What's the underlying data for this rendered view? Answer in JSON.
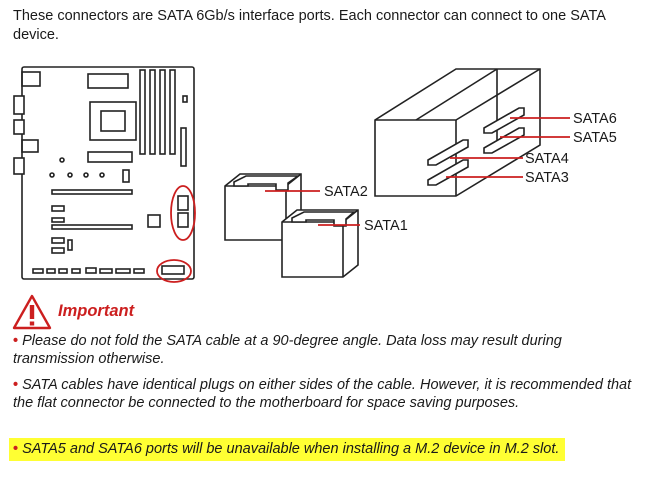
{
  "intro_text": "These connectors are SATA 6Gb/s interface ports. Each connector can connect to one SATA device.",
  "connector_labels": {
    "sata1": "SATA1",
    "sata2": "SATA2",
    "sata3": "SATA3",
    "sata4": "SATA4",
    "sata5": "SATA5",
    "sata6": "SATA6"
  },
  "important": {
    "icon": "warning-triangle-icon",
    "title": "Important"
  },
  "notes": [
    {
      "bullet": "•",
      "text": "Please do not fold the SATA cable at a 90-degree angle. Data loss may result during transmission otherwise."
    },
    {
      "bullet": "•",
      "text": "SATA cables have identical plugs on either sides of the cable. However, it is recommended that the flat connector be connected to the motherboard for space saving purposes."
    },
    {
      "bullet": "•",
      "text": "SATA5 and SATA6 ports will be unavailable when installing a M.2 device in M.2 slot.",
      "highlighted": true
    }
  ],
  "colors": {
    "accent_red": "#cc1f1f",
    "highlight_yellow": "#ffff33",
    "line_art": "#222222"
  }
}
